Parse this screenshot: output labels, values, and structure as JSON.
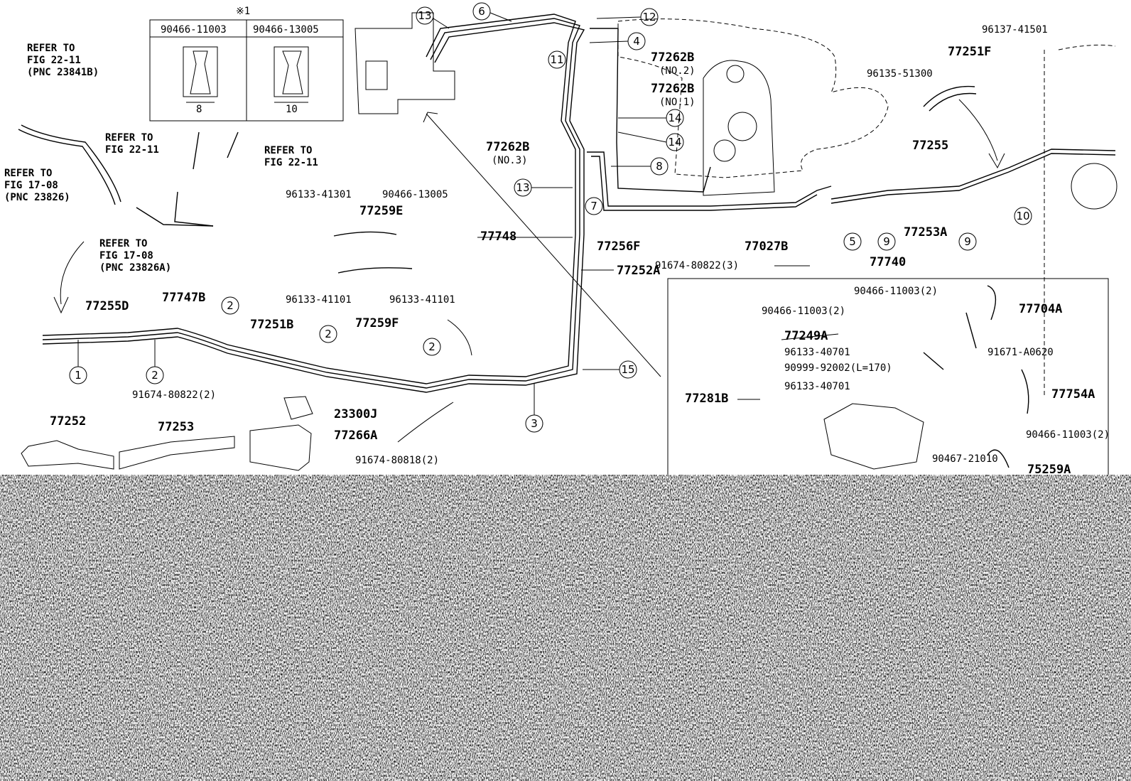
{
  "header_mark": "※1",
  "table": {
    "cols": [
      "90466-11003",
      "90466-13005"
    ],
    "dims": [
      "8",
      "10"
    ]
  },
  "refs": [
    {
      "id": "ref-22-11-b",
      "lines": [
        "REFER TO",
        "FIG 22-11",
        "(PNC 23841B)"
      ]
    },
    {
      "id": "ref-17-08-a",
      "lines": [
        "REFER TO",
        "FIG 17-08",
        "(PNC 23826)"
      ]
    },
    {
      "id": "ref-22-11-c",
      "lines": [
        "REFER TO",
        "FIG 22-11"
      ]
    },
    {
      "id": "ref-22-11-d",
      "lines": [
        "REFER TO",
        "FIG 22-11"
      ]
    },
    {
      "id": "ref-17-08-b",
      "lines": [
        "REFER TO",
        "FIG 17-08",
        "(PNC 23826A)"
      ]
    }
  ],
  "parts": [
    "77262B",
    "(NO.2)",
    "77262B",
    "(NO.1)",
    "77262B",
    "(NO.3)",
    "96133-41301",
    "90466-13005",
    "77259E",
    "96133-41101",
    "96133-41101",
    "77259F",
    "77748",
    "77256F",
    "77252A",
    "77027B",
    "91674-80822(3)",
    "77740",
    "96137-41501",
    "77251F",
    "96135-51300",
    "77255",
    "77253A",
    "77255D",
    "77747B",
    "77251B",
    "91674-80822(2)",
    "23300J",
    "77266A",
    "91674-80818(2)",
    "77252",
    "77253",
    "90466-11003(2)",
    "77704A",
    "90466-11003(2)",
    "77249A",
    "96133-40701",
    "91671-A0620",
    "90999-92002(L=170)",
    "96133-40701",
    "77754A",
    "77281B",
    "90466-11003(2)",
    "90467-21010",
    "75259A"
  ],
  "circles": [
    "13",
    "6",
    "12",
    "11",
    "4",
    "14",
    "14",
    "8",
    "13",
    "7",
    "5",
    "9",
    "9",
    "10",
    "1",
    "2",
    "2",
    "2",
    "2",
    "3",
    "15"
  ],
  "colors": {
    "line": "#000000",
    "background": "#ffffff"
  }
}
